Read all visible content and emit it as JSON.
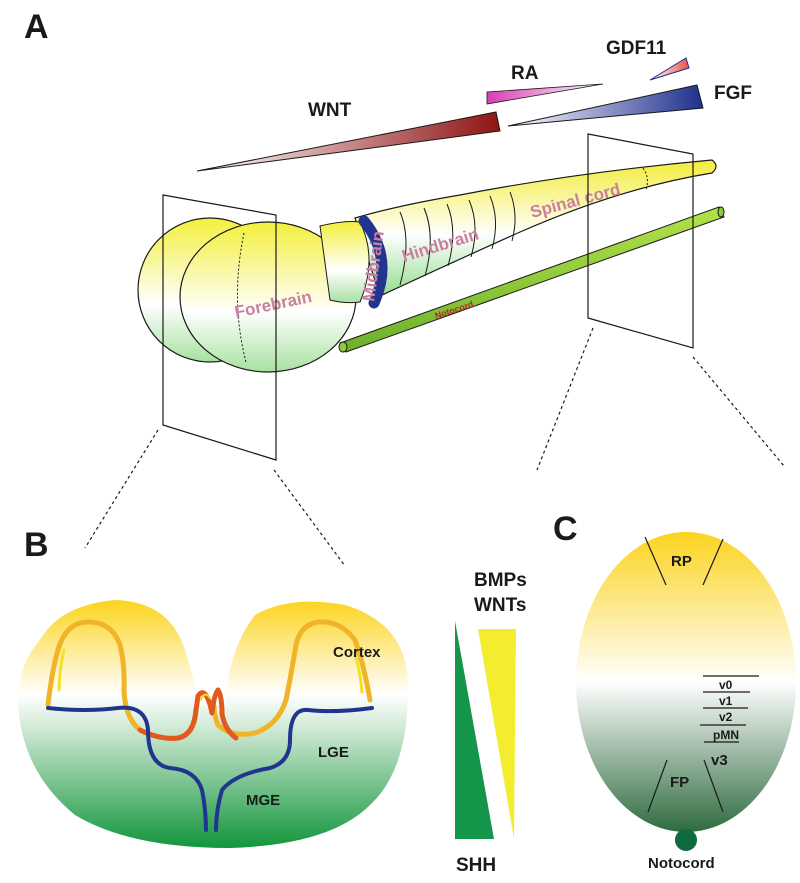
{
  "panels": {
    "a": "A",
    "b": "B",
    "c": "C"
  },
  "panel_a": {
    "signals": {
      "wnt": "WNT",
      "ra": "RA",
      "gdf11": "GDF11",
      "fgf": "FGF"
    },
    "regions": {
      "forebrain": "Forebrain",
      "midbrain": "Midbrain",
      "hindbrain": "Hindbrain",
      "spinal_cord": "Spinal cord"
    },
    "notochord": "Notocord"
  },
  "panel_b": {
    "regions": {
      "cortex": "Cortex",
      "lge": "LGE",
      "mge": "MGE"
    },
    "gradient_top": [
      "BMPs",
      "WNTs"
    ],
    "gradient_bottom": "SHH"
  },
  "panel_c": {
    "roof_plate": "RP",
    "floor_plate": "FP",
    "domains": [
      "v0",
      "v1",
      "v2",
      "pMN",
      "v3"
    ],
    "notochord": "Notocord"
  },
  "colors": {
    "wnt": "#9b1c1c",
    "ra": "#d63fb5",
    "gdf11": "#e8524a",
    "fgf": "#1f2f8f",
    "yellow": "#f6e232",
    "green": "#1f9a43",
    "blue_ventricle": "#22358e",
    "orange_ventricle": "#f0872e",
    "notochord_green": "#0e6b3d"
  }
}
